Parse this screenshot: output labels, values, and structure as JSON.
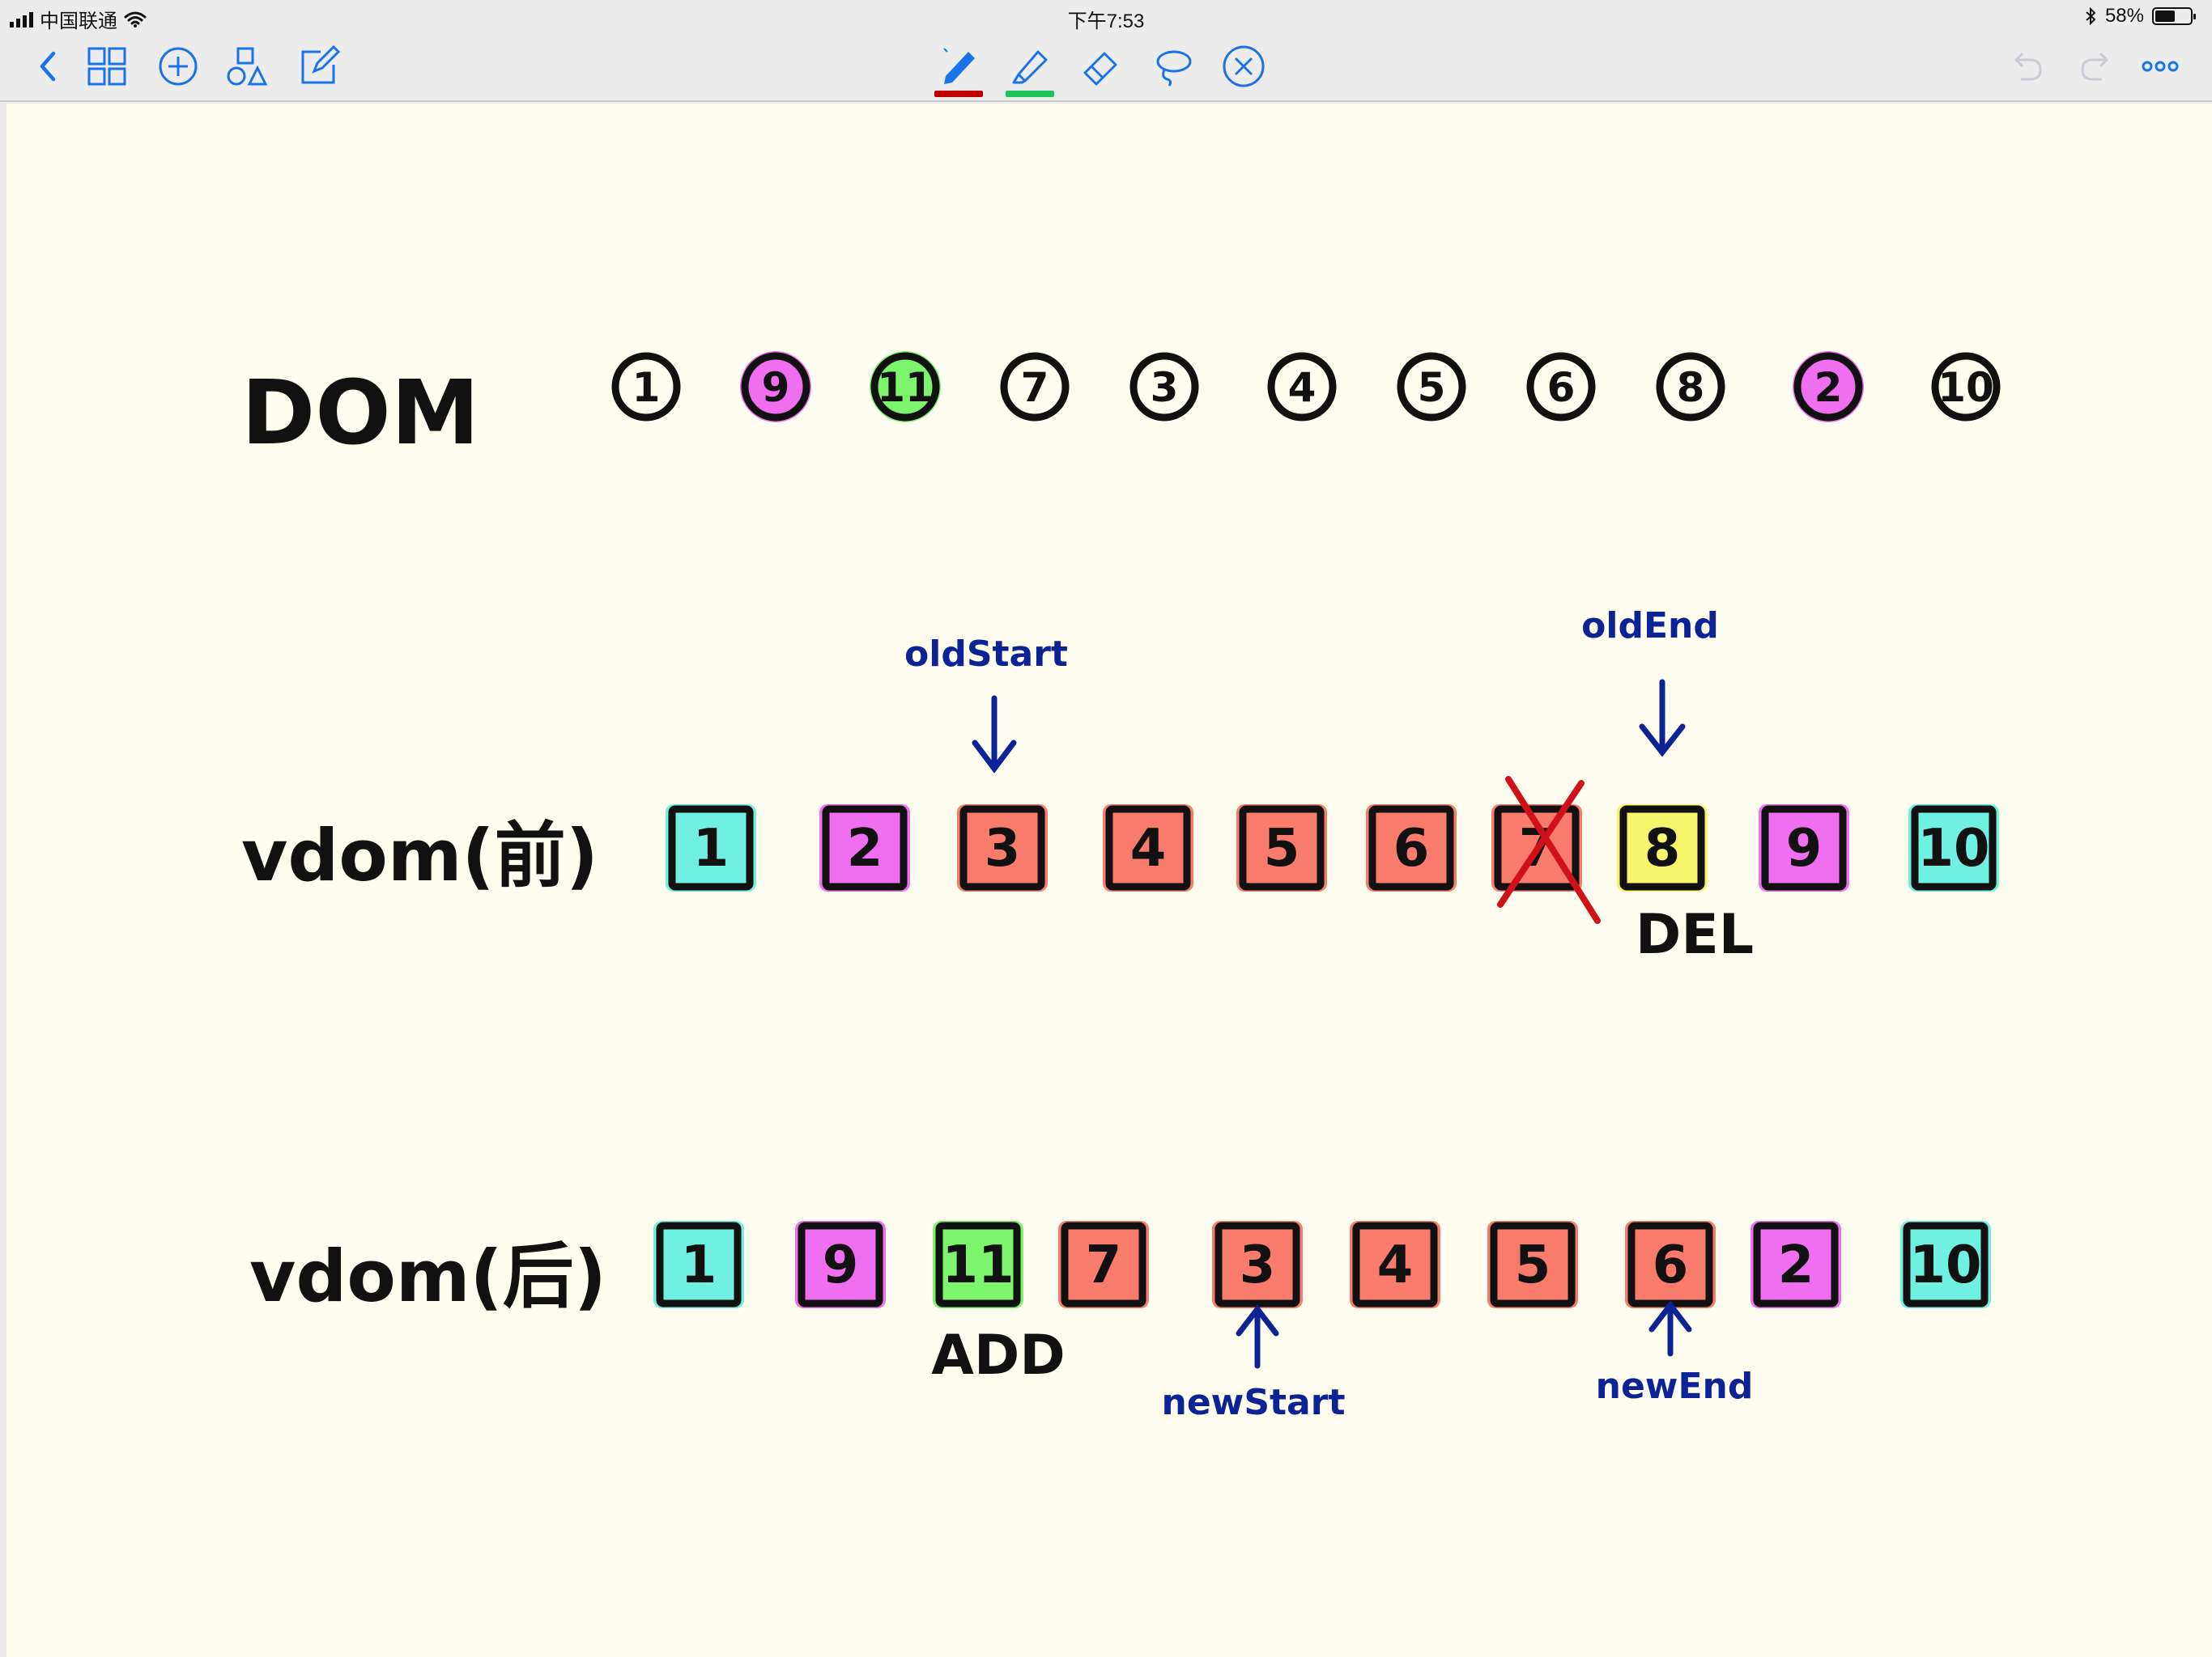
{
  "status": {
    "carrier": "中国联通",
    "time": "下午7:53",
    "battery": "58%",
    "battery_level": 0.58
  },
  "toolbar": {
    "left_icons": [
      "back-chevron-icon",
      "grid-icon",
      "add-circle-icon",
      "shapes-icon",
      "edit-icon"
    ],
    "center_tools": [
      {
        "name": "pen-tool",
        "color": "#c00000"
      },
      {
        "name": "highlighter-tool",
        "color": "#21c45a"
      },
      {
        "name": "eraser-tool",
        "color": ""
      },
      {
        "name": "lasso-tool",
        "color": ""
      },
      {
        "name": "close-circle-tool",
        "color": ""
      }
    ],
    "right_icons": [
      "undo-icon",
      "redo-icon",
      "more-icon"
    ]
  },
  "note": {
    "rows": [
      {
        "label": "DOM",
        "items": [
          {
            "text": "1",
            "color": ""
          },
          {
            "text": "9",
            "color": "#f06ef0"
          },
          {
            "text": "11",
            "color": "#7cf46c"
          },
          {
            "text": "7",
            "color": ""
          },
          {
            "text": "3",
            "color": ""
          },
          {
            "text": "4",
            "color": ""
          },
          {
            "text": "5",
            "color": ""
          },
          {
            "text": "6",
            "color": ""
          },
          {
            "text": "8",
            "color": ""
          },
          {
            "text": "2",
            "color": "#f06ef0"
          },
          {
            "text": "10",
            "color": ""
          }
        ]
      },
      {
        "label": "vdom(前)",
        "items": [
          {
            "text": "1",
            "color": "#6ff0e0"
          },
          {
            "text": "2",
            "color": "#f06ef0"
          },
          {
            "text": "3",
            "color": "#f97b6b"
          },
          {
            "text": "4",
            "color": "#f97b6b"
          },
          {
            "text": "5",
            "color": "#f97b6b"
          },
          {
            "text": "6",
            "color": "#f97b6b"
          },
          {
            "text": "7",
            "color": "#f97b6b"
          },
          {
            "text": "8",
            "color": "#f7f56b"
          },
          {
            "text": "9",
            "color": "#f06ef0"
          },
          {
            "text": "10",
            "color": "#6ff0e0"
          }
        ],
        "annotations": {
          "old_start": "oldStart",
          "old_end": "oldEnd",
          "del": "DEL"
        }
      },
      {
        "label": "vdom(后)",
        "items": [
          {
            "text": "1",
            "color": "#6ff0e0"
          },
          {
            "text": "9",
            "color": "#f06ef0"
          },
          {
            "text": "11",
            "color": "#7cf46c"
          },
          {
            "text": "7",
            "color": "#f97b6b"
          },
          {
            "text": "3",
            "color": "#f97b6b"
          },
          {
            "text": "4",
            "color": "#f97b6b"
          },
          {
            "text": "5",
            "color": "#f97b6b"
          },
          {
            "text": "6",
            "color": "#f97b6b"
          },
          {
            "text": "2",
            "color": "#f06ef0"
          },
          {
            "text": "10",
            "color": "#6ff0e0"
          }
        ],
        "annotations": {
          "add": "ADD",
          "new_start": "newStart",
          "new_end": "newEnd"
        }
      }
    ]
  }
}
